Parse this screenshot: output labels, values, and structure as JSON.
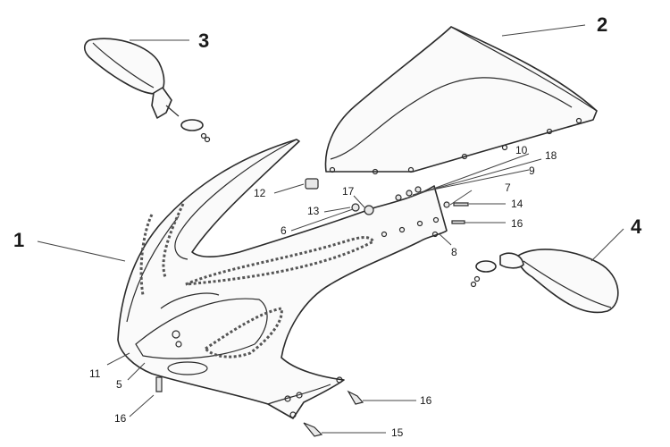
{
  "diagram": {
    "callouts": [
      {
        "id": "c1",
        "label": "1"
      },
      {
        "id": "c2",
        "label": "2"
      },
      {
        "id": "c3",
        "label": "3"
      },
      {
        "id": "c4",
        "label": "4"
      },
      {
        "id": "c5",
        "label": "5"
      },
      {
        "id": "c6",
        "label": "6"
      },
      {
        "id": "c7",
        "label": "7"
      },
      {
        "id": "c8",
        "label": "8"
      },
      {
        "id": "c9",
        "label": "9"
      },
      {
        "id": "c10",
        "label": "10"
      },
      {
        "id": "c11",
        "label": "11"
      },
      {
        "id": "c12",
        "label": "12"
      },
      {
        "id": "c13",
        "label": "13"
      },
      {
        "id": "c14",
        "label": "14"
      },
      {
        "id": "c15",
        "label": "15"
      },
      {
        "id": "c16a",
        "label": "16"
      },
      {
        "id": "c16b",
        "label": "16"
      },
      {
        "id": "c16c",
        "label": "16"
      },
      {
        "id": "c17",
        "label": "17"
      },
      {
        "id": "c18",
        "label": "18"
      }
    ]
  }
}
